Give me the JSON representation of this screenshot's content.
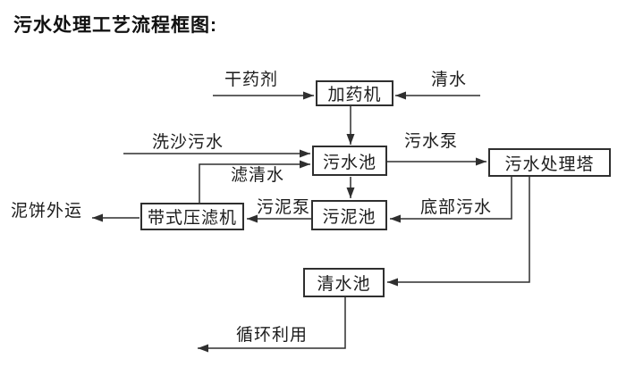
{
  "title": "污水处理工艺流程框图:",
  "boxes": {
    "dosing_machine": "加药机",
    "sewage_pool": "污水池",
    "treatment_tower": "污水处理塔",
    "belt_filter_press": "带式压滤机",
    "sludge_pool": "污泥池",
    "clean_water_pool": "清水池"
  },
  "flow_labels": {
    "dry_agent": "干药剂",
    "clean_water_in": "清水",
    "sand_washing_sewage": "洗沙污水",
    "filtered_water": "滤清水",
    "sewage_pump": "污水泵",
    "sludge_pump": "污泥泵",
    "bottom_sewage": "底部污水",
    "mud_cake_out": "泥饼外运",
    "recycle_use": "循环利用"
  },
  "colors": {
    "line": "#2f2f2f",
    "text": "#1c1c1c",
    "background": "#ffffff"
  }
}
